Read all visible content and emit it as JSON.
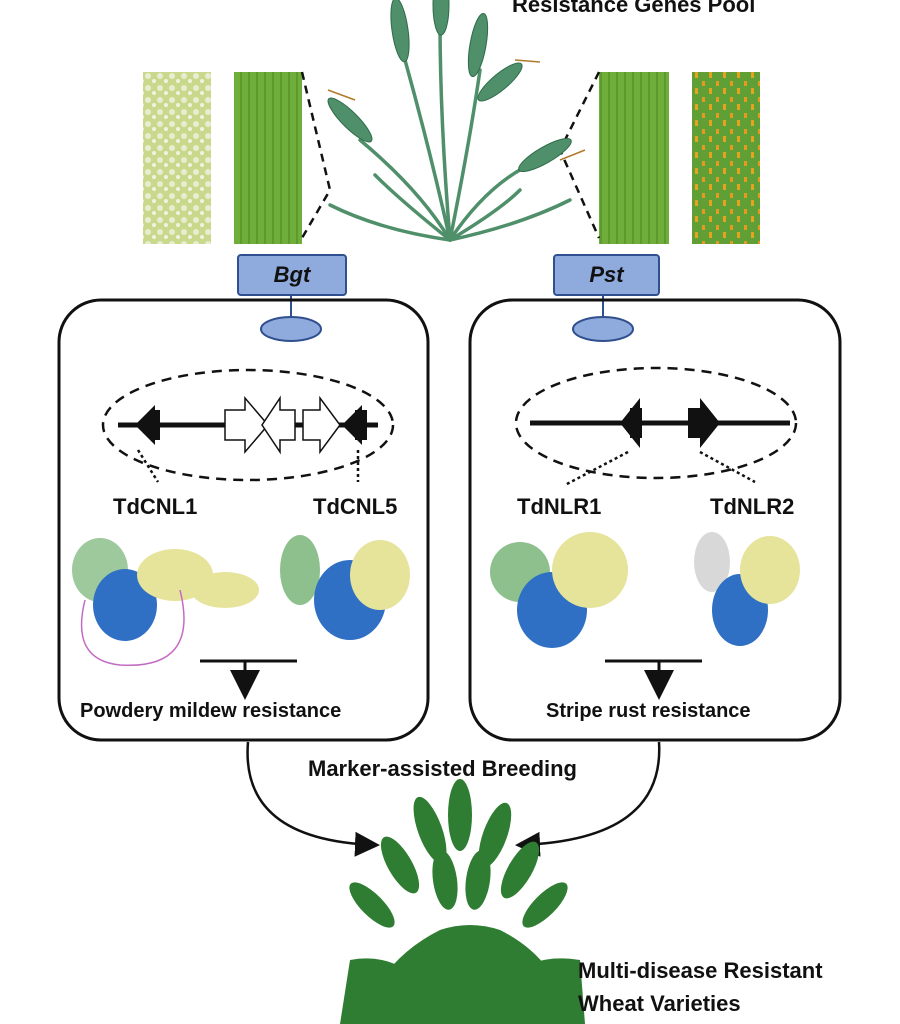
{
  "title": "Resistance Genes Pool",
  "pathogens": {
    "left": "Bgt",
    "right": "Pst"
  },
  "genes": {
    "left_1": "TdCNL1",
    "left_2": "TdCNL5",
    "right_1": "TdNLR1",
    "right_2": "TdNLR2"
  },
  "outcomes": {
    "left": "Powdery mildew resistance",
    "right": "Stripe rust resistance"
  },
  "breeding": "Marker-assisted Breeding",
  "result": {
    "line1": "Multi-disease Resistant",
    "line2": "Wheat Varieties"
  },
  "colors": {
    "pathogen_tag": "#8fabdd",
    "protein_blue": "#2f6fc4",
    "protein_yellow": "#e6e39a",
    "protein_green": "#8dc08c",
    "wheat_dark": "#2f7d32",
    "leaf_healthy": "#6fae3a",
    "rust_orange": "#e39a1e"
  }
}
